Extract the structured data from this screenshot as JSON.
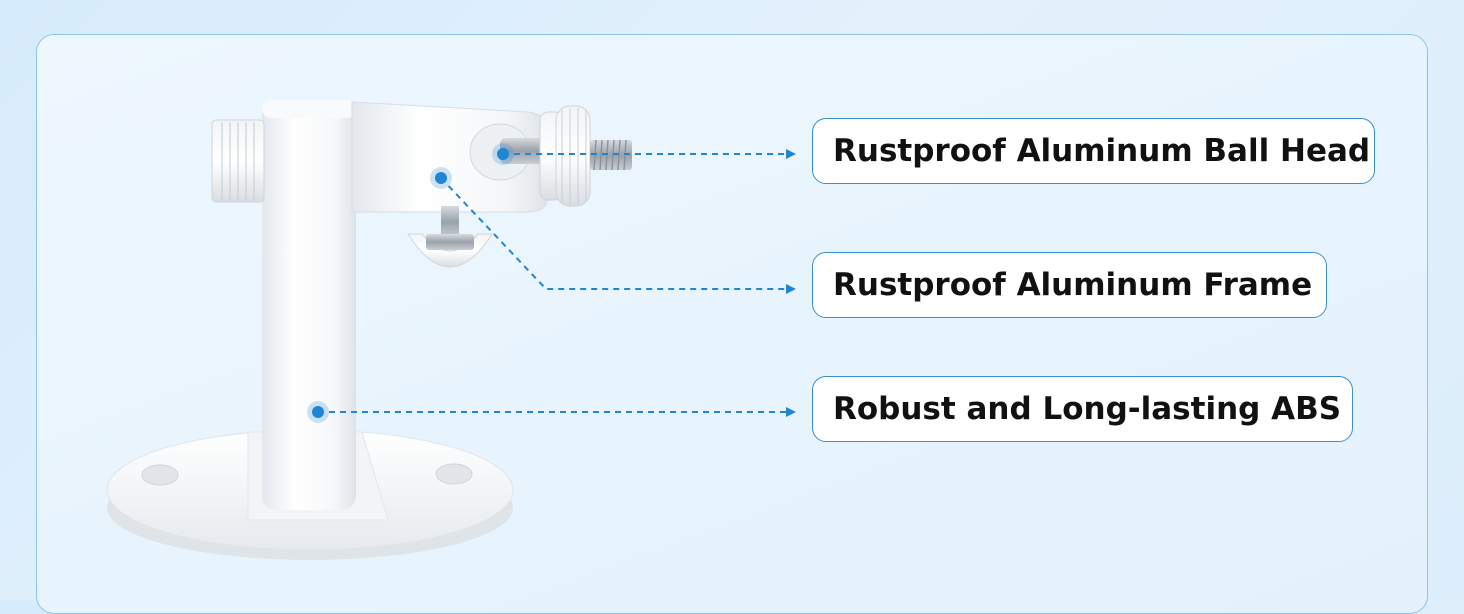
{
  "callouts": [
    {
      "label": "Rustproof Aluminum Ball Head"
    },
    {
      "label": "Rustproof Aluminum Frame"
    },
    {
      "label": "Robust and Long-lasting ABS"
    }
  ],
  "colors": {
    "accent": "#1f86d3",
    "border": "#3a8fd0",
    "background": "#e3f1fc",
    "product": "#ffffff"
  },
  "icons": [
    "mount-bracket-illustration",
    "callout-dot-icon",
    "arrow-right-icon"
  ]
}
